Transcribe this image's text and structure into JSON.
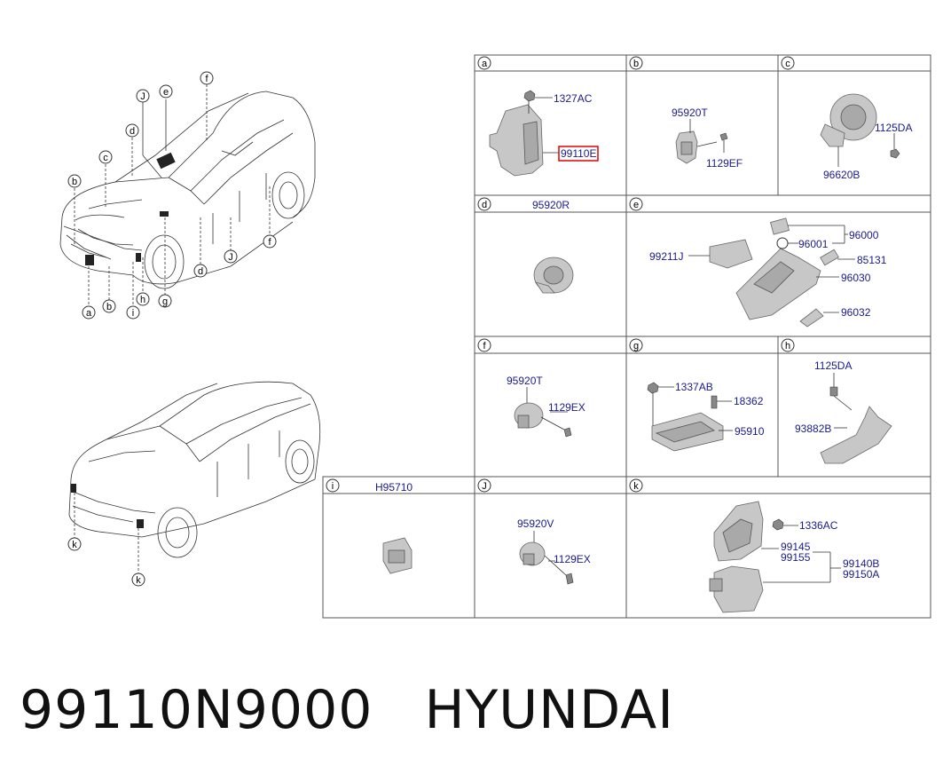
{
  "footer": {
    "part_number": "99110N9000",
    "brand": "HYUNDAI"
  },
  "highlighted_part": "99110E",
  "car_callouts": [
    "J",
    "e",
    "f",
    "d",
    "c",
    "b",
    "a",
    "b",
    "i",
    "h",
    "g",
    "d",
    "J",
    "f",
    "k",
    "k"
  ],
  "panels": {
    "a": {
      "letter": "a",
      "parts": [
        "1327AC",
        "99110E"
      ]
    },
    "b": {
      "letter": "b",
      "parts": [
        "95920T",
        "1129EF"
      ]
    },
    "c": {
      "letter": "c",
      "parts": [
        "1125DA",
        "96620B"
      ]
    },
    "d": {
      "letter": "d",
      "title": "95920R"
    },
    "e": {
      "letter": "e",
      "parts": [
        "96000",
        "96001",
        "99211J",
        "85131",
        "96030",
        "96032"
      ]
    },
    "f": {
      "letter": "f",
      "parts": [
        "95920T",
        "1129EX"
      ]
    },
    "g": {
      "letter": "g",
      "parts": [
        "1337AB",
        "18362",
        "95910"
      ]
    },
    "h": {
      "letter": "h",
      "parts": [
        "1125DA",
        "93882B"
      ]
    },
    "i": {
      "letter": "i",
      "title": "H95710"
    },
    "j": {
      "letter": "J",
      "parts": [
        "95920V",
        "1129EX"
      ]
    },
    "k": {
      "letter": "k",
      "parts": [
        "1336AC",
        "99145",
        "99155",
        "99140B",
        "99150A"
      ]
    }
  }
}
